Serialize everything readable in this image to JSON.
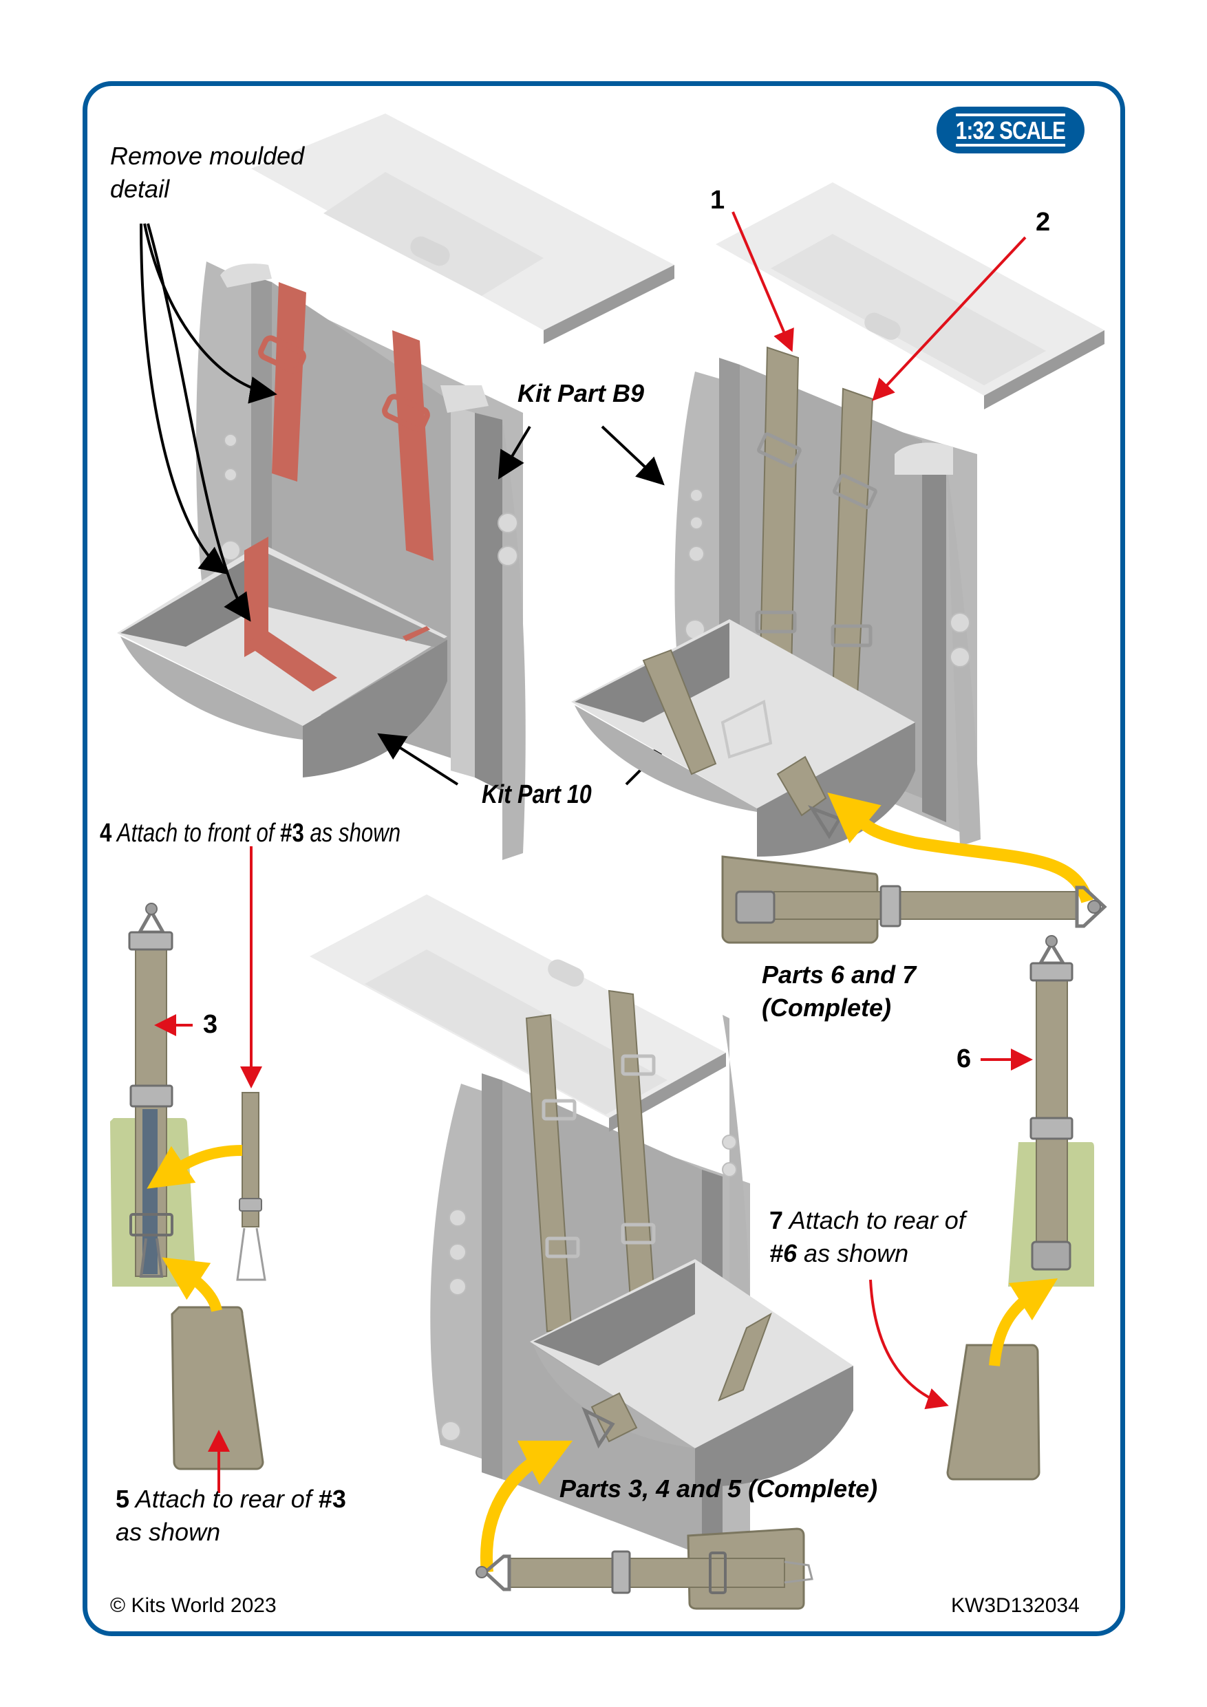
{
  "page": {
    "scale_badge": "1:32 SCALE",
    "footer": {
      "copyright": "© Kits World 2023",
      "product_code": "KW3D132034"
    }
  },
  "colors": {
    "frame_blue": "#005a9c",
    "removal_red": "#c8675a",
    "belt_khaki": "#a59e87",
    "callout_red": "#e0101a",
    "arrow_yellow": "#ffc800",
    "pad_green": "#c3d097",
    "strap_blue": "#5a6d80",
    "seat_grey": "#a9a9a9"
  },
  "annotations": {
    "remove_detail": "Remove moulded\ndetail",
    "remove_detail_l1": "Remove moulded",
    "remove_detail_l2": "detail",
    "kit_part_b9": "Kit Part B9",
    "kit_part_10": "Kit Part 10",
    "step4": {
      "num": "4",
      "text1": " Attach to front of ",
      "ref": "#3",
      "text2": " as shown"
    },
    "step5": {
      "num": "5",
      "text1": " Attach to rear of ",
      "ref": "#3",
      "line2": "as shown"
    },
    "step7": {
      "num": "7",
      "text1": " Attach to rear of",
      "ref": "#6",
      "text2": " as shown"
    },
    "parts_6_7_l1": "Parts 6 and 7",
    "parts_6_7_l2": "(Complete)",
    "parts_3_4_5": "Parts 3, 4 and 5 (Complete)"
  },
  "callouts": [
    "1",
    "2",
    "3",
    "6"
  ]
}
